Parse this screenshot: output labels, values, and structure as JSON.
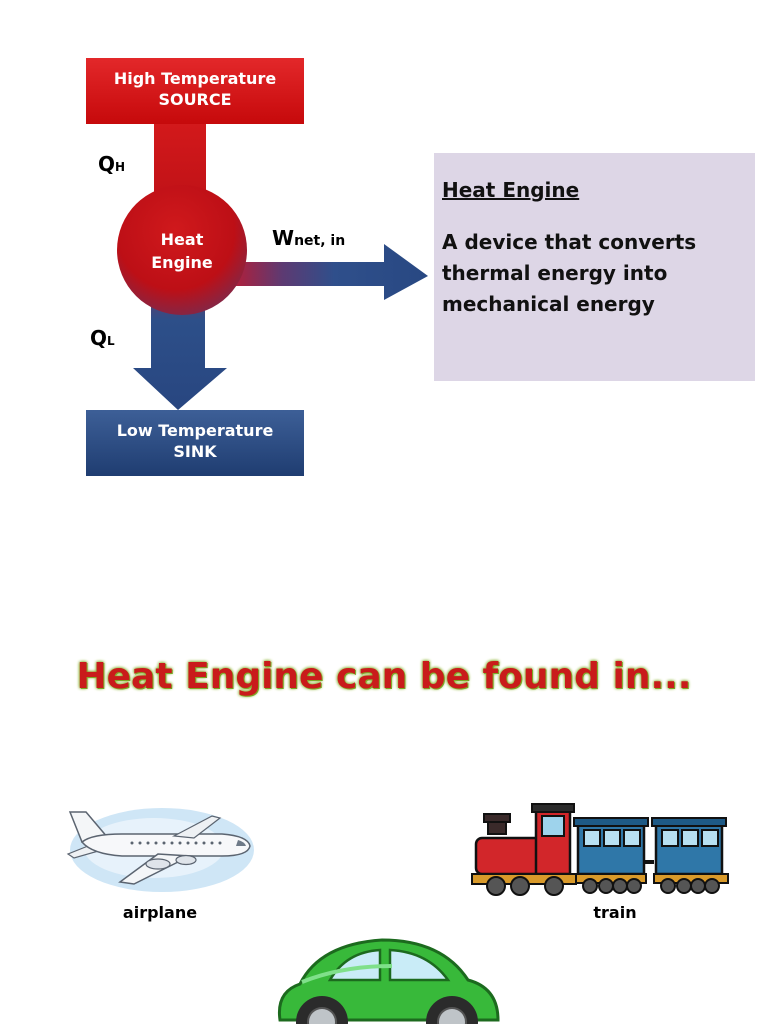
{
  "diagram": {
    "source_line1": "High Temperature",
    "source_line2": "SOURCE",
    "sink_line1": "Low Temperature",
    "sink_line2": "SINK",
    "engine_line1": "Heat",
    "engine_line2": "Engine",
    "qh_main": "Q",
    "qh_sub": "H",
    "ql_main": "Q",
    "ql_sub": "L",
    "w_main": "W",
    "w_sub": "net, in",
    "colors": {
      "hot": "#d3191b",
      "cold": "#29487f"
    }
  },
  "definition": {
    "title": "Heat Engine",
    "body": "A device that converts thermal energy into mechanical energy"
  },
  "heading": "Heat Engine can be found in...",
  "vehicles": {
    "airplane": "airplane",
    "train": "train"
  },
  "icons": [
    "airplane-icon",
    "train-icon",
    "car-icon"
  ]
}
